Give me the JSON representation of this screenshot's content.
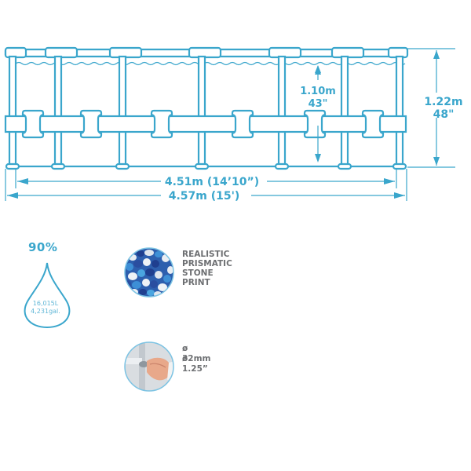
{
  "diagram": {
    "title": "Pool frame dimensions",
    "height_outer": {
      "metric": "1.22m",
      "imperial": "48\""
    },
    "height_water": {
      "metric": "1.10m",
      "imperial": "43\""
    },
    "width_inner": "4.51m (14’10”)",
    "width_outer": "4.57m (15')",
    "line_color": "#3aa6cc"
  },
  "capacity": {
    "fill_percent": "90%",
    "liters": "16,015L",
    "gallons": "4,231gal."
  },
  "features": [
    {
      "icon": "stone-print-icon",
      "label": "REALISTIC PRISMATIC STONE PRINT"
    },
    {
      "icon": "pipe-diameter-icon",
      "lines": [
        "ø 32mm",
        "ø 1.25”"
      ]
    }
  ]
}
